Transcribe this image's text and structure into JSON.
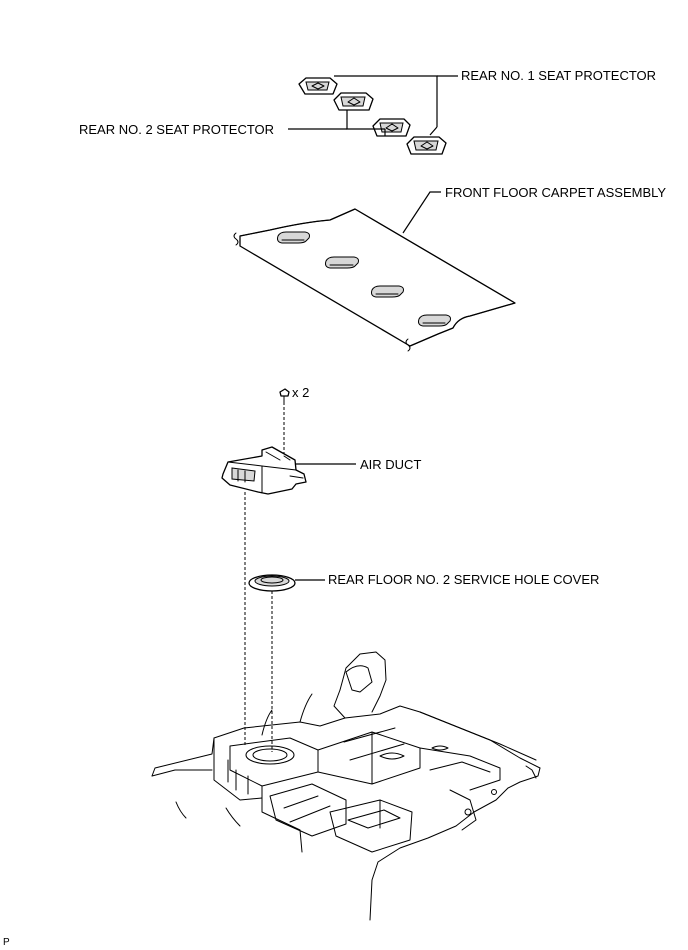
{
  "labels": {
    "rear_no1_seat_protector": "REAR NO. 1 SEAT PROTECTOR",
    "rear_no2_seat_protector": "REAR NO. 2 SEAT PROTECTOR",
    "front_floor_carpet_assembly": "FRONT FLOOR CARPET ASSEMBLY",
    "clip_quantity": "x 2",
    "air_duct": "AIR DUCT",
    "rear_floor_no2_service_hole_cover": "REAR FLOOR NO. 2 SERVICE HOLE COVER",
    "corner_mark": "P"
  },
  "colors": {
    "line": "#000000",
    "background": "#ffffff",
    "shade": "#d8d8d8"
  }
}
